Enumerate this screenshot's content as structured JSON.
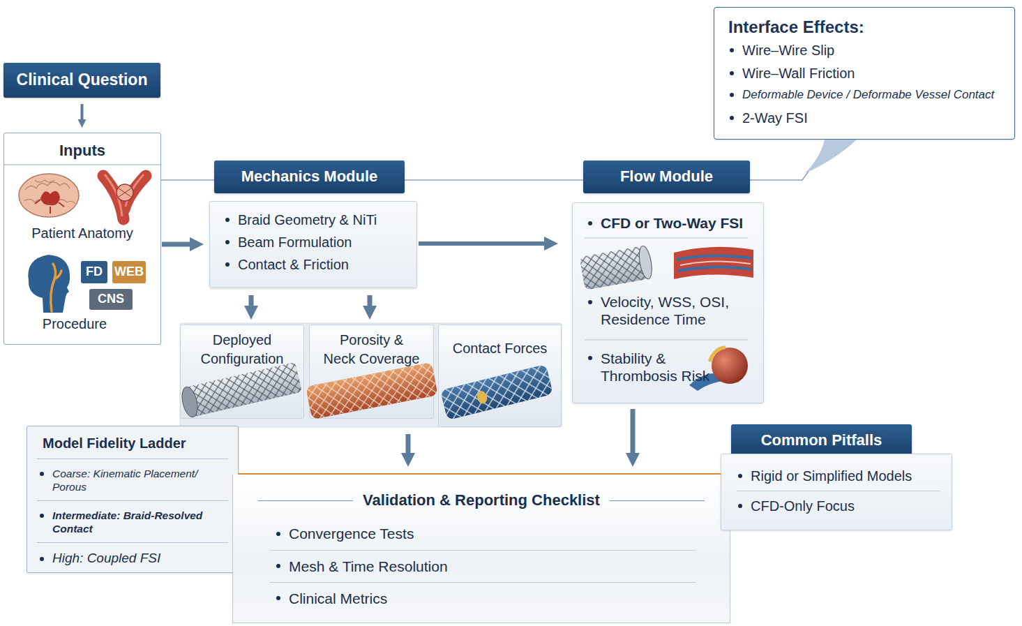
{
  "diagram": {
    "nodes": [
      {
        "text": [
          "Clinical Question"
        ]
      },
      {
        "text": [
          "Inputs",
          "Patient Anatomy",
          "Procedure"
        ]
      },
      {
        "text": [
          "FD"
        ],
        "in": 1
      },
      {
        "text": [
          "WEB"
        ],
        "in": 1
      },
      {
        "text": [
          "CNS"
        ],
        "in": 1
      },
      {
        "text": [
          "Mechanics Module"
        ]
      },
      {
        "text": [
          "Braid Geometry & NiTi",
          "Beam Formulation",
          "Contact & Friction"
        ]
      },
      {
        "text": [
          "Deployed Configuration"
        ]
      },
      {
        "text": [
          "Porosity & Neck Coverage"
        ]
      },
      {
        "text": [
          "Contact Forces"
        ]
      },
      {
        "text": [
          "Flow Module"
        ]
      },
      {
        "text": [
          "CFD or Two-Way FSI",
          "Velocity, WSS, OSI, Residence Time",
          "Stability & Thrombosis Risk"
        ]
      },
      {
        "text": [
          "Interface Effects:",
          "Wire–Wire Slip",
          "Wire–Wall Friction",
          "Deformable Device / Deformabe Vessel Contact",
          "2-Way FSI"
        ]
      },
      {
        "text": [
          "Model Fidelity Ladder",
          "Coarse: Kinematic Placement/ Porous",
          "Intermediate: Braid-Resolved Contact",
          "High: Coupled FSI"
        ]
      },
      {
        "text": [
          "Validation & Reporting Checklist",
          "Convergence Tests",
          "Mesh & Time Resolution",
          "Clinical Metrics"
        ]
      },
      {
        "text": [
          "Common Pitfalls"
        ]
      },
      {
        "text": [
          "Rigid or Simplified Models",
          "CFD-Only Focus"
        ]
      }
    ],
    "edges": [
      {
        "from": 0,
        "to": 1,
        "arrow": "to"
      },
      {
        "from": 1,
        "to": 6,
        "arrow": "to"
      },
      {
        "from": 6,
        "to": 11,
        "arrow": "to"
      },
      {
        "from": 6,
        "to": 7,
        "arrow": "to"
      },
      {
        "from": 6,
        "to": 8,
        "arrow": "to"
      },
      {
        "from": 8,
        "to": 14,
        "arrow": "to"
      },
      {
        "from": 11,
        "to": 14,
        "arrow": "to"
      },
      {
        "from": 1,
        "to": 5,
        "arrow": "none"
      },
      {
        "from": 5,
        "to": 10,
        "arrow": "none"
      },
      {
        "from": 10,
        "to": 12,
        "arrow": "none"
      },
      {
        "from": 13,
        "to": 16,
        "arrow": "none"
      }
    ]
  }
}
